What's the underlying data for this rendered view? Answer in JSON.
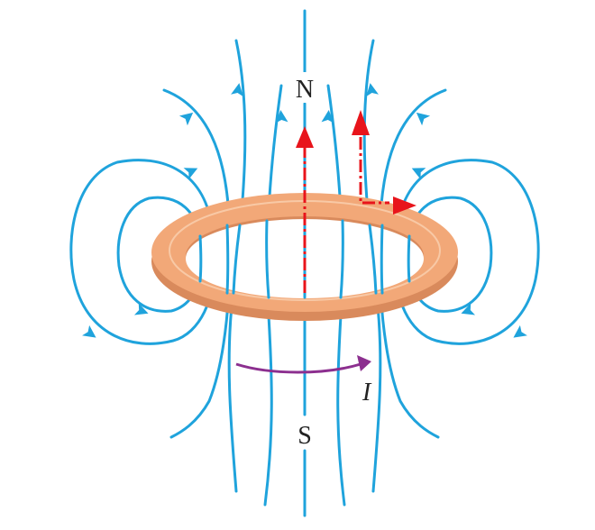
{
  "labels": {
    "north": "N",
    "south": "S",
    "current": "I"
  },
  "colors": {
    "field_line": "#1fa3dc",
    "ring_face": "#f2a878",
    "ring_side": "#d98a5c",
    "ring_highlight": "#f8c9a6",
    "current_arrow": "#8c2f8f",
    "red_arrow": "#e8141b",
    "label_text": "#222222",
    "background": "#ffffff"
  }
}
